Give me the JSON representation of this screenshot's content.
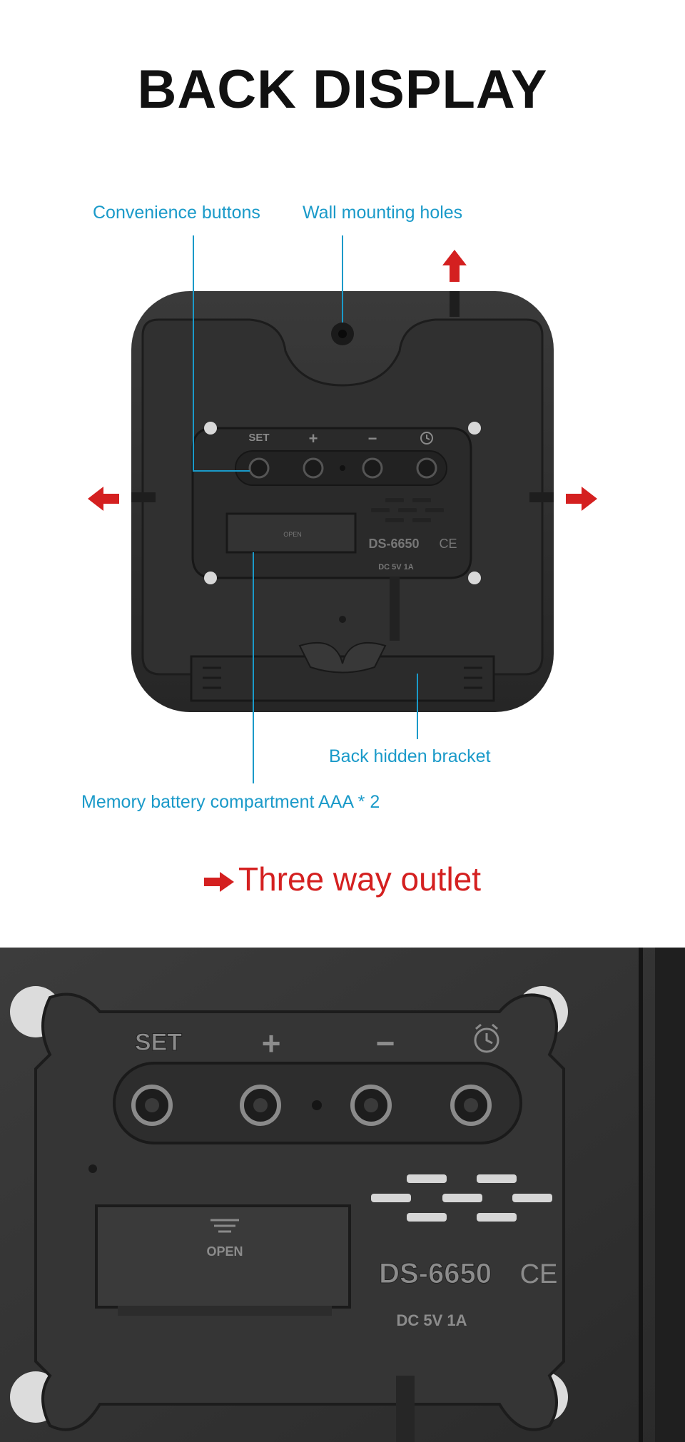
{
  "header": {
    "title": "BACK DISPLAY"
  },
  "callouts": {
    "convenience_buttons": "Convenience buttons",
    "wall_mounting_holes": "Wall mounting holes",
    "back_hidden_bracket": "Back hidden bracket",
    "battery_compartment": "Memory battery compartment AAA * 2"
  },
  "device_labels": {
    "set": "SET",
    "plus": "+",
    "minus": "−",
    "open": "OPEN",
    "model": "DS-6650",
    "ce": "CE",
    "power": "DC 5V 1A"
  },
  "legend": {
    "text": "Three way outlet"
  },
  "colors": {
    "callout": "#1a9ac9",
    "arrow": "#d42020",
    "device": "#2f2f2f"
  },
  "icons": [
    "alarm-clock-icon",
    "arrow-right-icon",
    "arrow-up-icon",
    "arrow-left-icon"
  ]
}
